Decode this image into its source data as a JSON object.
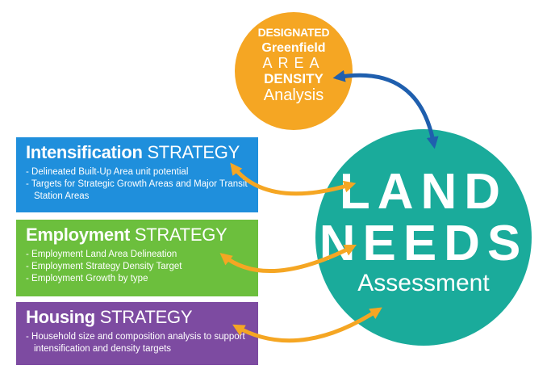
{
  "greenfield": {
    "line1": "DESIGNATED",
    "line2": "Greenfield",
    "line3": "AREA",
    "line4": "DENSITY",
    "line5": "Analysis"
  },
  "land": {
    "line1": "LAND",
    "line2": "NEEDS",
    "line3": "Assessment"
  },
  "strategies": [
    {
      "bold": "Intensification",
      "rest": "STRATEGY",
      "items": [
        "Delineated Built-Up Area unit potential",
        "Targets for Strategic Growth Areas and Major Transit Station Areas"
      ]
    },
    {
      "bold": "Employment",
      "rest": "STRATEGY",
      "items": [
        "Employment Land Area Delineation",
        "Employment Strategy Density Target",
        "Employment Growth by type"
      ]
    },
    {
      "bold": "Housing",
      "rest": "STRATEGY",
      "items": [
        "Household size and composition analysis to support intensification and density targets"
      ]
    }
  ],
  "colors": {
    "intensification": "#1f8fdc",
    "employment": "#6cbf3d",
    "housing": "#7d4ba1",
    "greenfield": "#f5a623",
    "land_needs": "#1aab9b",
    "arrow_orange": "#f5a623",
    "arrow_blue": "#1f5fae"
  }
}
